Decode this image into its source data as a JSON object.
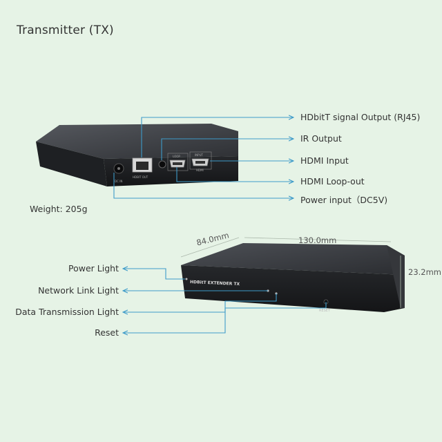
{
  "title": "Transmitter (TX)",
  "weight": "Weight: 205g",
  "rear_labels": [
    "HDbitT signal Output (RJ45)",
    "IR Output",
    "HDMI Input",
    "HDMI Loop-out",
    "Power input（DC5V)"
  ],
  "front_labels": [
    "Power Light",
    "Network Link Light",
    "Data Transmission Light",
    "Reset"
  ],
  "dimensions": {
    "depth": "84.0mm",
    "width": "130.0mm",
    "height": "23.2mm"
  },
  "device_text": {
    "rear_rj45": "HDBIT OUT",
    "rear_dc": "DC IN",
    "rear_hdmi_in": "HDMI",
    "rear_loop": "LOOP",
    "rear_input": "INPUT",
    "front_brand": "HDBitT EXTENDER TX",
    "front_reset": "RESET"
  },
  "colors": {
    "background": "#e6f3e6",
    "leader_line": "#3d9bc9",
    "device_body": "#2a2c30"
  }
}
